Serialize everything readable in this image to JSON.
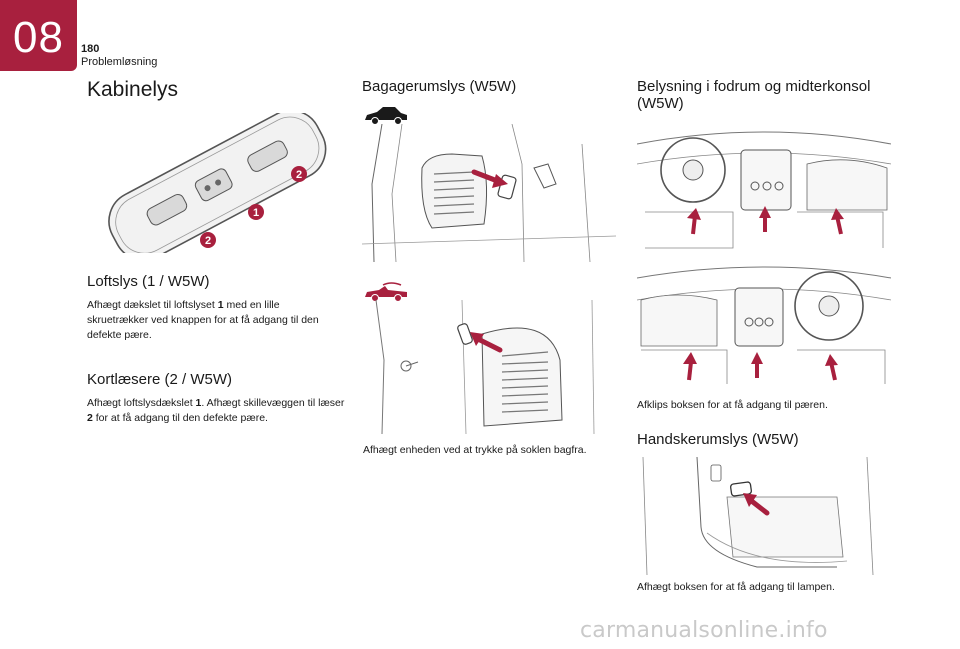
{
  "header": {
    "chapter_number": "08",
    "page_number": "180",
    "section_name": "Problemløsning",
    "accent_color": "#a8203e"
  },
  "col1": {
    "title": "Kabinelys",
    "figure": {
      "callouts": [
        "2",
        "1",
        "2"
      ]
    },
    "loft_heading": "Loftslys (1 / W5W)",
    "loft_text": [
      {
        "t": "Afhægt dækslet til loftslyset "
      },
      {
        "t": "1",
        "bold": true
      },
      {
        "t": " med en lille skruetrækker ved knappen for at få adgang til den defekte pære."
      }
    ],
    "reading_heading": "Kortlæsere (2 / W5W)",
    "reading_text": [
      {
        "t": "Afhægt loftslysdækslet "
      },
      {
        "t": "1",
        "bold": true
      },
      {
        "t": ". Afhægt skillevæggen til læser "
      },
      {
        "t": "2",
        "bold": true
      },
      {
        "t": " for at få adgang til den defekte pære."
      }
    ]
  },
  "col2": {
    "heading": "Bagagerumslys (W5W)",
    "text": "Afhægt enheden ved at trykke på soklen bagfra."
  },
  "col3": {
    "heading_line1": "Belysning i fodrum og midterkonsol",
    "heading_line2": "(W5W)",
    "footwell_text": "Afklips boksen for at få adgang til pæren.",
    "glovebox_heading": "Handskerumslys (W5W)",
    "glovebox_text": "Afhægt boksen for at få adgang til lampen."
  },
  "footer": {
    "watermark": "carmanualsonline.info"
  }
}
